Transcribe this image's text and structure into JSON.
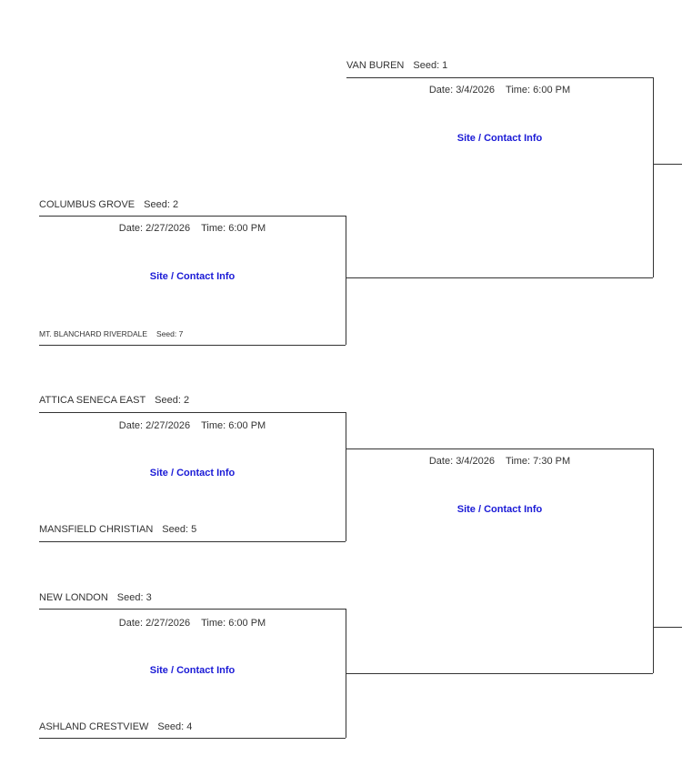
{
  "first_round": [
    {
      "top": {
        "name": "COLUMBUS GROVE",
        "seed": "Seed: 2"
      },
      "date": "Date: 2/27/2026",
      "time": "Time: 6:00 PM",
      "site": "Site / Contact Info",
      "bottom": {
        "name": "MT. BLANCHARD RIVERDALE",
        "seed": "Seed: 7"
      }
    },
    {
      "top": {
        "name": "ATTICA SENECA EAST",
        "seed": "Seed: 2"
      },
      "date": "Date: 2/27/2026",
      "time": "Time: 6:00 PM",
      "site": "Site / Contact Info",
      "bottom": {
        "name": "MANSFIELD CHRISTIAN",
        "seed": "Seed: 5"
      }
    },
    {
      "top": {
        "name": "NEW LONDON",
        "seed": "Seed: 3"
      },
      "date": "Date: 2/27/2026",
      "time": "Time: 6:00 PM",
      "site": "Site / Contact Info",
      "bottom": {
        "name": "ASHLAND CRESTVIEW",
        "seed": "Seed: 4"
      }
    }
  ],
  "second_round": [
    {
      "top": {
        "name": "VAN BUREN",
        "seed": "Seed: 1"
      },
      "date": "Date: 3/4/2026",
      "time": "Time: 6:00 PM",
      "site": "Site / Contact Info"
    },
    {
      "date": "Date: 3/4/2026",
      "time": "Time: 7:30 PM",
      "site": "Site / Contact Info"
    }
  ]
}
